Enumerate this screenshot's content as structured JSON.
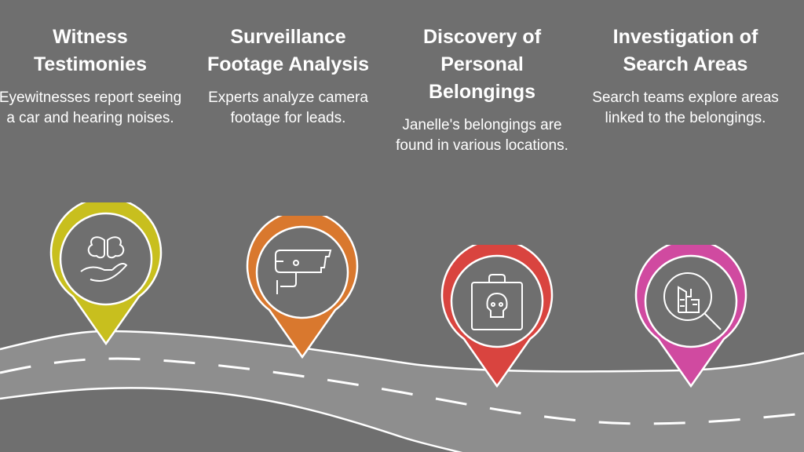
{
  "steps": [
    {
      "title": "Witness Testimonies",
      "description": "Eyewitnesses report seeing a car and hearing noises.",
      "icon": "brain-hand-icon",
      "color": "#c8bf1e"
    },
    {
      "title": "Surveillance Footage Analysis",
      "description": "Experts analyze camera footage for leads.",
      "icon": "security-camera-icon",
      "color": "#d9782e"
    },
    {
      "title": "Discovery of Personal Belongings",
      "description": "Janelle's belongings are found in various locations.",
      "icon": "bag-skull-icon",
      "color": "#d9443f"
    },
    {
      "title": "Investigation of Search Areas",
      "description": "Search teams explore areas linked to the belongings.",
      "icon": "search-buildings-icon",
      "color": "#d04aa0"
    }
  ]
}
